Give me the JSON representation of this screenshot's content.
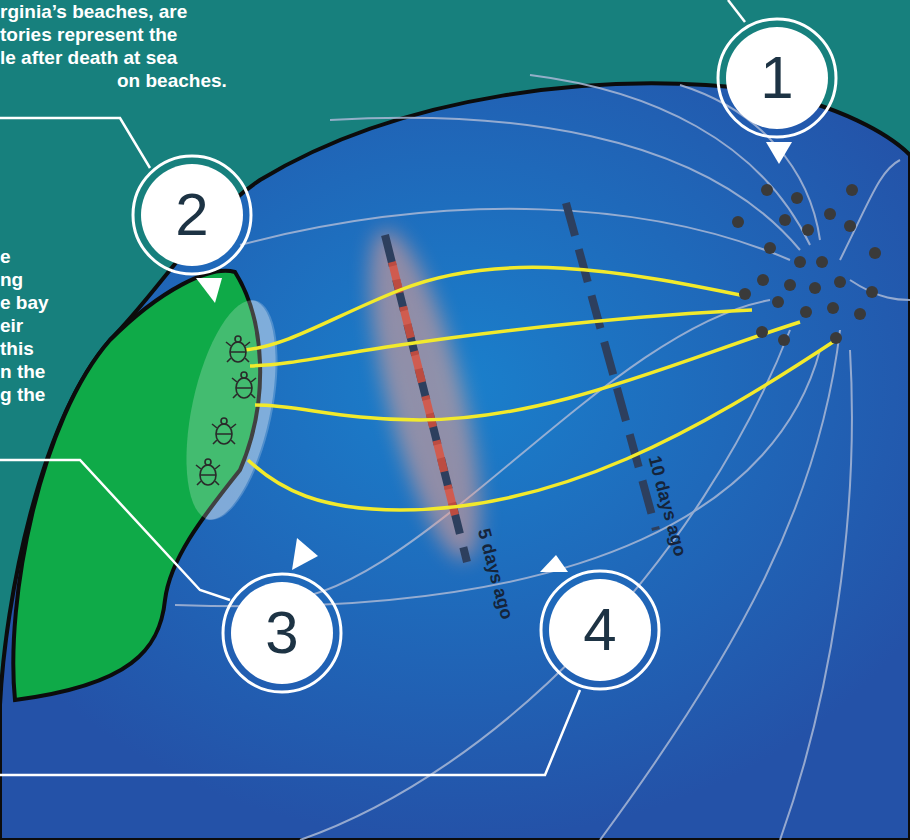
{
  "diagram": {
    "nodes": [
      {
        "text": [
          "1"
        ]
      },
      {
        "text": [
          "2"
        ]
      },
      {
        "text": [
          "3"
        ]
      },
      {
        "text": [
          "4"
        ]
      }
    ],
    "labels": [
      "rginia’s beaches, are",
      "tories represent the",
      "le after death at sea",
      "on beaches.",
      "e",
      "ng",
      "e bay",
      "eir",
      "this",
      "n the",
      "g the",
      "5 days ago",
      "10 days ago"
    ]
  }
}
